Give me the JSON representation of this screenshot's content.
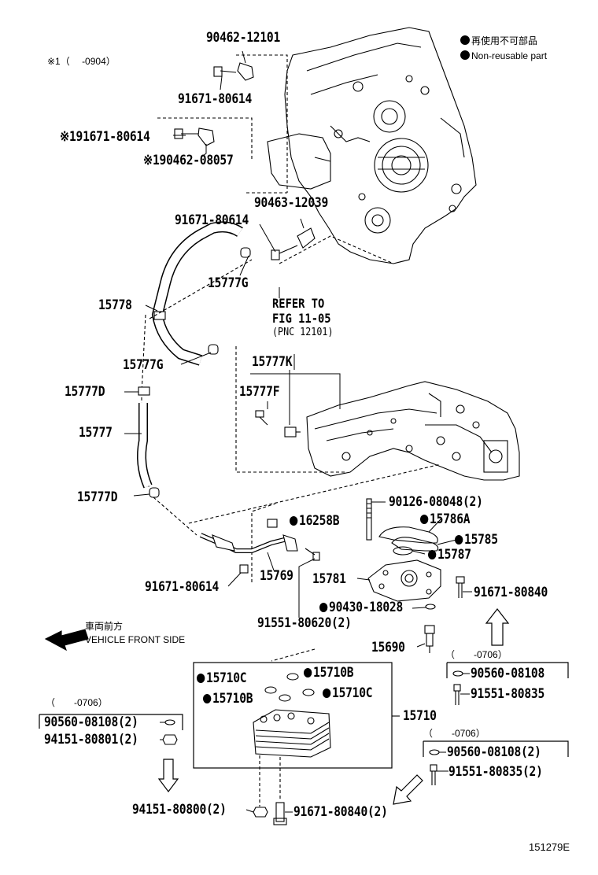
{
  "legend": {
    "line1": "再使用不可部品",
    "line2": "Non-reusable part"
  },
  "note_top": "※1（　 -0904）",
  "refer": {
    "line1": "REFER TO",
    "line2": "FIG 11-05",
    "line3": "(PNC 12101)"
  },
  "direction": {
    "jp": "車両前方",
    "en": "VEHICLE FRONT SIDE"
  },
  "date_notes": {
    "left": "（　　-0706）",
    "right_mid": "（　　-0706）",
    "right_low": "（　　-0706）"
  },
  "labels": {
    "p90462_12101": "90462-12101",
    "p91671_80614_a": "91671-80614",
    "p91671_80614_b": "※191671-80614",
    "p90462_08057": "※190462-08057",
    "p90463_12039": "90463-12039",
    "p91671_80614_c": "91671-80614",
    "p15777G_a": "15777G",
    "p15778": "15778",
    "p15777G_b": "15777G",
    "p15777K": "15777K",
    "p15777F": "15777F",
    "p15777D_a": "15777D",
    "p15777": "15777",
    "p15777D_b": "15777D",
    "p90126_08048": "90126-08048(2)",
    "p16258B": "16258B",
    "p15786A": "15786A",
    "p15785": "15785",
    "p15787": "15787",
    "p15781": "15781",
    "p91671_80840": "91671-80840",
    "p91671_80614_d": "91671-80614",
    "p15769": "15769",
    "p90430_18028": "90430-18028",
    "p91551_80620": "91551-80620(2)",
    "p15690": "15690",
    "p90560_08108_a": "90560-08108",
    "p91551_80835_a": "91551-80835",
    "p15710C_a": "15710C",
    "p15710B_a": "15710B",
    "p15710B_b": "15710B",
    "p15710C_b": "15710C",
    "p15710": "15710",
    "p90560_08108_b": "90560-08108(2)",
    "p94151_80801": "94151-80801(2)",
    "p90560_08108_c": "90560-08108(2)",
    "p91551_80835_b": "91551-80835(2)",
    "p94151_80800": "94151-80800(2)",
    "p91671_80840_b": "91671-80840(2)"
  },
  "figure_id": "151279E"
}
